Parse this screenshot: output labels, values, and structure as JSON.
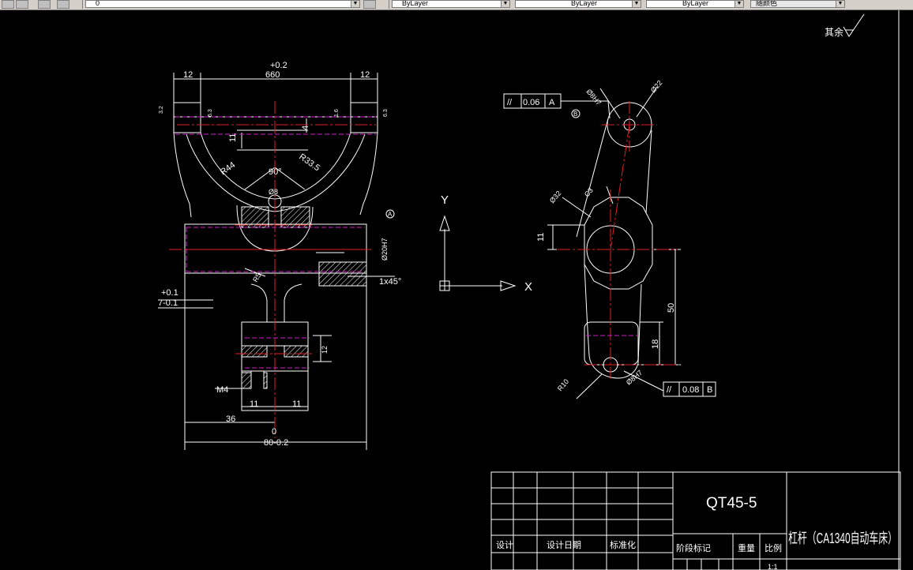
{
  "toolbar": {
    "layer_combo": "0",
    "color_combo": "ByLayer",
    "linetype_combo": "ByLayer",
    "lineweight_combo": "ByLayer",
    "plotstyle_combo": "随颜色"
  },
  "drawing": {
    "surface_note": "其余",
    "left_view": {
      "dim_top_left": "12",
      "dim_top_center": "660",
      "dim_tol": "+0.2",
      "dim_top_right": "12",
      "dim_11": "11",
      "dim_4": "4",
      "radius_r44": "R44",
      "radius_r33": "R33.5",
      "angle_90": "90°",
      "bore_8": "Ø8",
      "bore_20h7": "Ø20H7",
      "chamfer": "1x45°",
      "radius_r5": "R5",
      "tol_plus": "+0.1",
      "tol_minus": "7-0.1",
      "dim_12": "12",
      "thread_m4": "M4",
      "dim_11a": "11",
      "dim_11b": "11",
      "dim_36": "36",
      "dim_zero": "0",
      "dim_80": "80-0.2",
      "roughness_a": "3.2",
      "roughness_b": "6.3",
      "roughness_c": "1.6",
      "roughness_d": "6.3",
      "datum_a": "A"
    },
    "right_view": {
      "gtol_a_sym": "//",
      "gtol_a_val": "0.06",
      "gtol_a_ref": "A",
      "gtol_b_sym": "//",
      "gtol_b_val": "0.08",
      "gtol_b_ref": "B",
      "bore_top": "Ø8H7",
      "dia_22": "Ø22",
      "dia_32": "Ø32",
      "c3": "C3",
      "dim_11": "11",
      "dim_50": "50",
      "dim_18": "18",
      "r10": "R10",
      "bore_bottom": "Ø8H7",
      "datum_b": "B"
    },
    "ucs": {
      "y_label": "Y",
      "x_label": "X"
    }
  },
  "title_block": {
    "material": "QT45-5",
    "part_name": "杠杆（CA1340自动车床）",
    "design": "设计",
    "design_date": "设计日期",
    "standardize": "标准化",
    "stage_mark": "阶段标记",
    "weight": "重量",
    "scale": "比例",
    "scale_value": "1:1"
  }
}
